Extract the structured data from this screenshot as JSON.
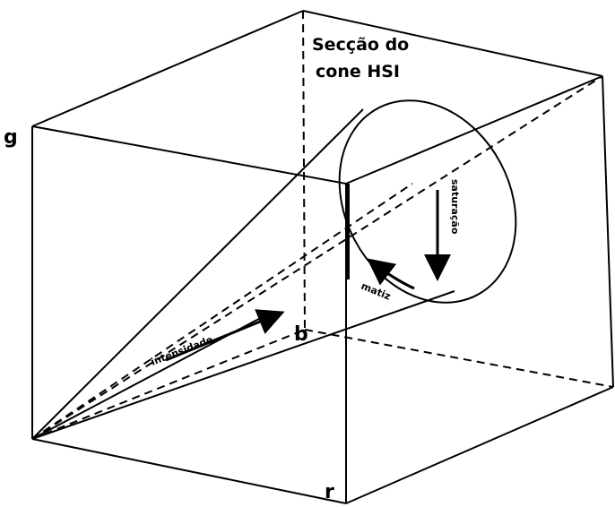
{
  "diagram": {
    "title_line1": "Secção do",
    "title_line2": "cone HSI",
    "axis_labels": {
      "g": "g",
      "b": "b",
      "r": "r"
    },
    "arrow_labels": {
      "intensity": "intensidade",
      "hue": "matiz",
      "saturation": "saturação"
    },
    "colors": {
      "ink": "#000000",
      "background": "#ffffff"
    }
  }
}
